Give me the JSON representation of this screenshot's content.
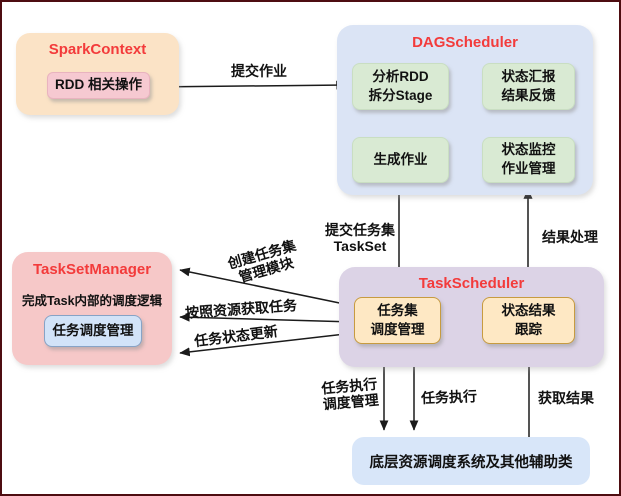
{
  "diagram": {
    "spark_context": {
      "title": "SparkContext",
      "rdd_ops": "RDD 相关操作"
    },
    "dag_scheduler": {
      "title": "DAGScheduler",
      "analyze_rdd_line1": "分析RDD",
      "analyze_rdd_line2": "拆分Stage",
      "status_report_line1": "状态汇报",
      "status_report_line2": "结果反馈",
      "generate_job": "生成作业",
      "status_monitor_line1": "状态监控",
      "status_monitor_line2": "作业管理"
    },
    "task_set_manager": {
      "title": "TaskSetManager",
      "description": "完成Task内部的调度逻辑",
      "task_schedule_mgmt": "任务调度管理"
    },
    "task_scheduler": {
      "title": "TaskScheduler",
      "taskset_mgmt_line1": "任务集",
      "taskset_mgmt_line2": "调度管理",
      "status_tracking_line1": "状态结果",
      "status_tracking_line2": "跟踪"
    },
    "resource_layer": {
      "label": "底层资源调度系统及其他辅助类"
    },
    "edge_labels": {
      "submit_job": "提交作业",
      "submit_taskset_line1": "提交任务集",
      "submit_taskset_line2": "TaskSet",
      "result_processing": "结果处理",
      "create_taskset_line1": "创建任务集",
      "create_taskset_line2": "管理模块",
      "get_task_by_resource": "按照资源获取任务",
      "task_status_update": "任务状态更新",
      "task_exec_schedule_line1": "任务执行",
      "task_exec_schedule_line2": "调度管理",
      "task_exec": "任务执行",
      "get_result": "获取结果"
    },
    "colors": {
      "frame_border": "#4e0d11",
      "title_red": "#f33b3b",
      "spark_fill": "#fbe3c6",
      "rdd_fill": "#f6c9d1",
      "dag_fill": "#dbe4f5",
      "green_fill": "#d9ead3",
      "tsm_fill": "#f6c8c8",
      "blue_chip_fill": "#d2e3f8",
      "ts_fill": "#dcd3e6",
      "orange_fill": "#fee8c4",
      "orange_border": "#c79b40",
      "bottom_fill": "#d8e6f9",
      "arrow": "#1b1b1b"
    }
  }
}
